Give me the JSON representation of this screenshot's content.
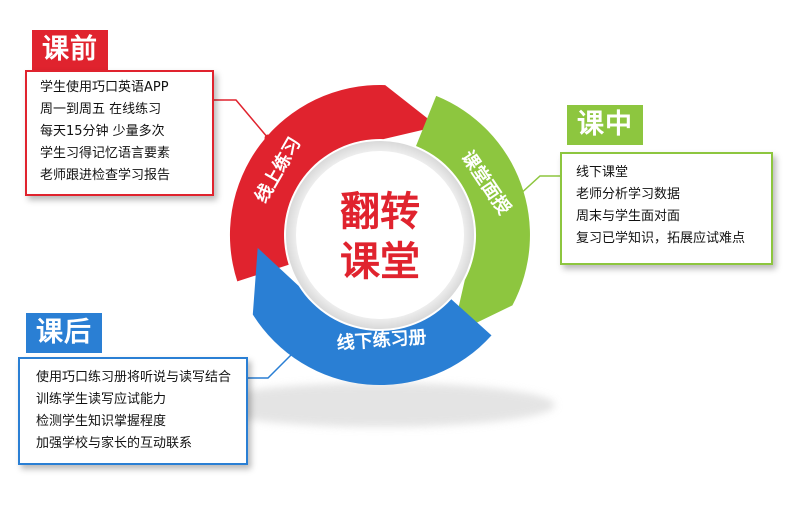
{
  "center": {
    "line1": "翻转",
    "line2": "课堂"
  },
  "arcs": {
    "red": "线上练习",
    "green": "课堂面授",
    "blue": "线下练习册"
  },
  "colors": {
    "red": "#e0232e",
    "green": "#8dc63f",
    "blue": "#2a7fd4"
  },
  "before": {
    "title": "课前",
    "items": [
      "学生使用巧口英语APP",
      "周一到周五  在线练习",
      "每天15分钟 少量多次",
      "学生习得记忆语言要素",
      "老师跟进检查学习报告"
    ]
  },
  "during": {
    "title": "课中",
    "items": [
      "线下课堂",
      "老师分析学习数据",
      "周末与学生面对面",
      "复习已学知识，拓展应试难点"
    ]
  },
  "after": {
    "title": "课后",
    "items": [
      "使用巧口练习册将听说与读写结合",
      "训练学生读写应试能力",
      "检测学生知识掌握程度",
      "加强学校与家长的互动联系"
    ]
  }
}
